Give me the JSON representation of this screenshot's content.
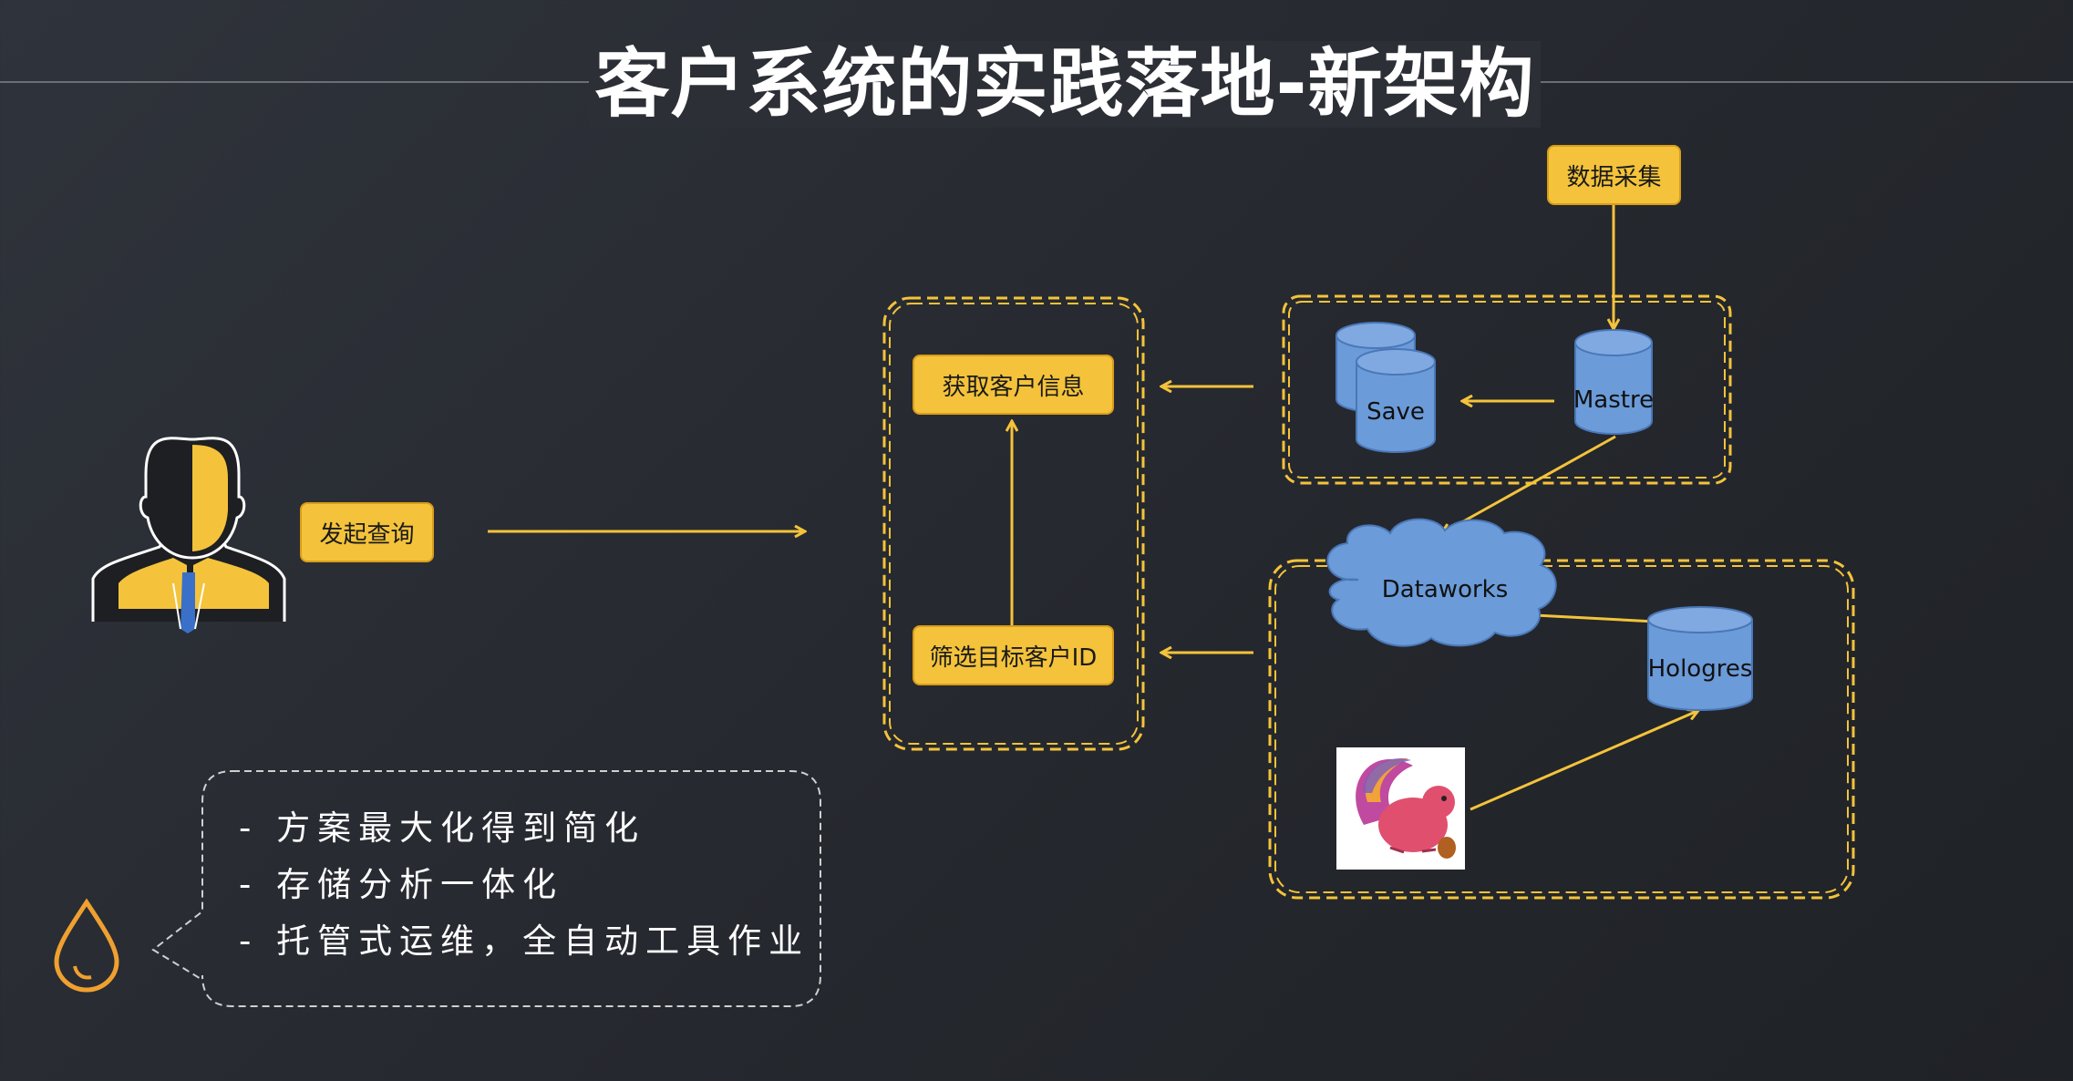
{
  "page": {
    "title": "客户系统的实践落地-新架构"
  },
  "boxes": {
    "initiate_query": "发起查询",
    "data_collection": "数据采集",
    "get_customer_info": "获取客户信息",
    "filter_customer_id": "筛选目标客户ID"
  },
  "databases": {
    "save": "Save",
    "master": "Mastre",
    "hologres": "Hologres"
  },
  "cloud": {
    "label": "Dataworks"
  },
  "notes": {
    "items": [
      "-  方案最大化得到简化",
      "-  存储分析一体化",
      "-  托管式运维，全自动工具作业"
    ]
  },
  "icons": {
    "person": "businessman-icon",
    "drop": "water-drop-icon",
    "flink": "flink-squirrel-icon"
  },
  "colors": {
    "accent_yellow": "#f4c33b",
    "db_blue": "#6b9bd8",
    "drop_orange": "#f0a030"
  }
}
